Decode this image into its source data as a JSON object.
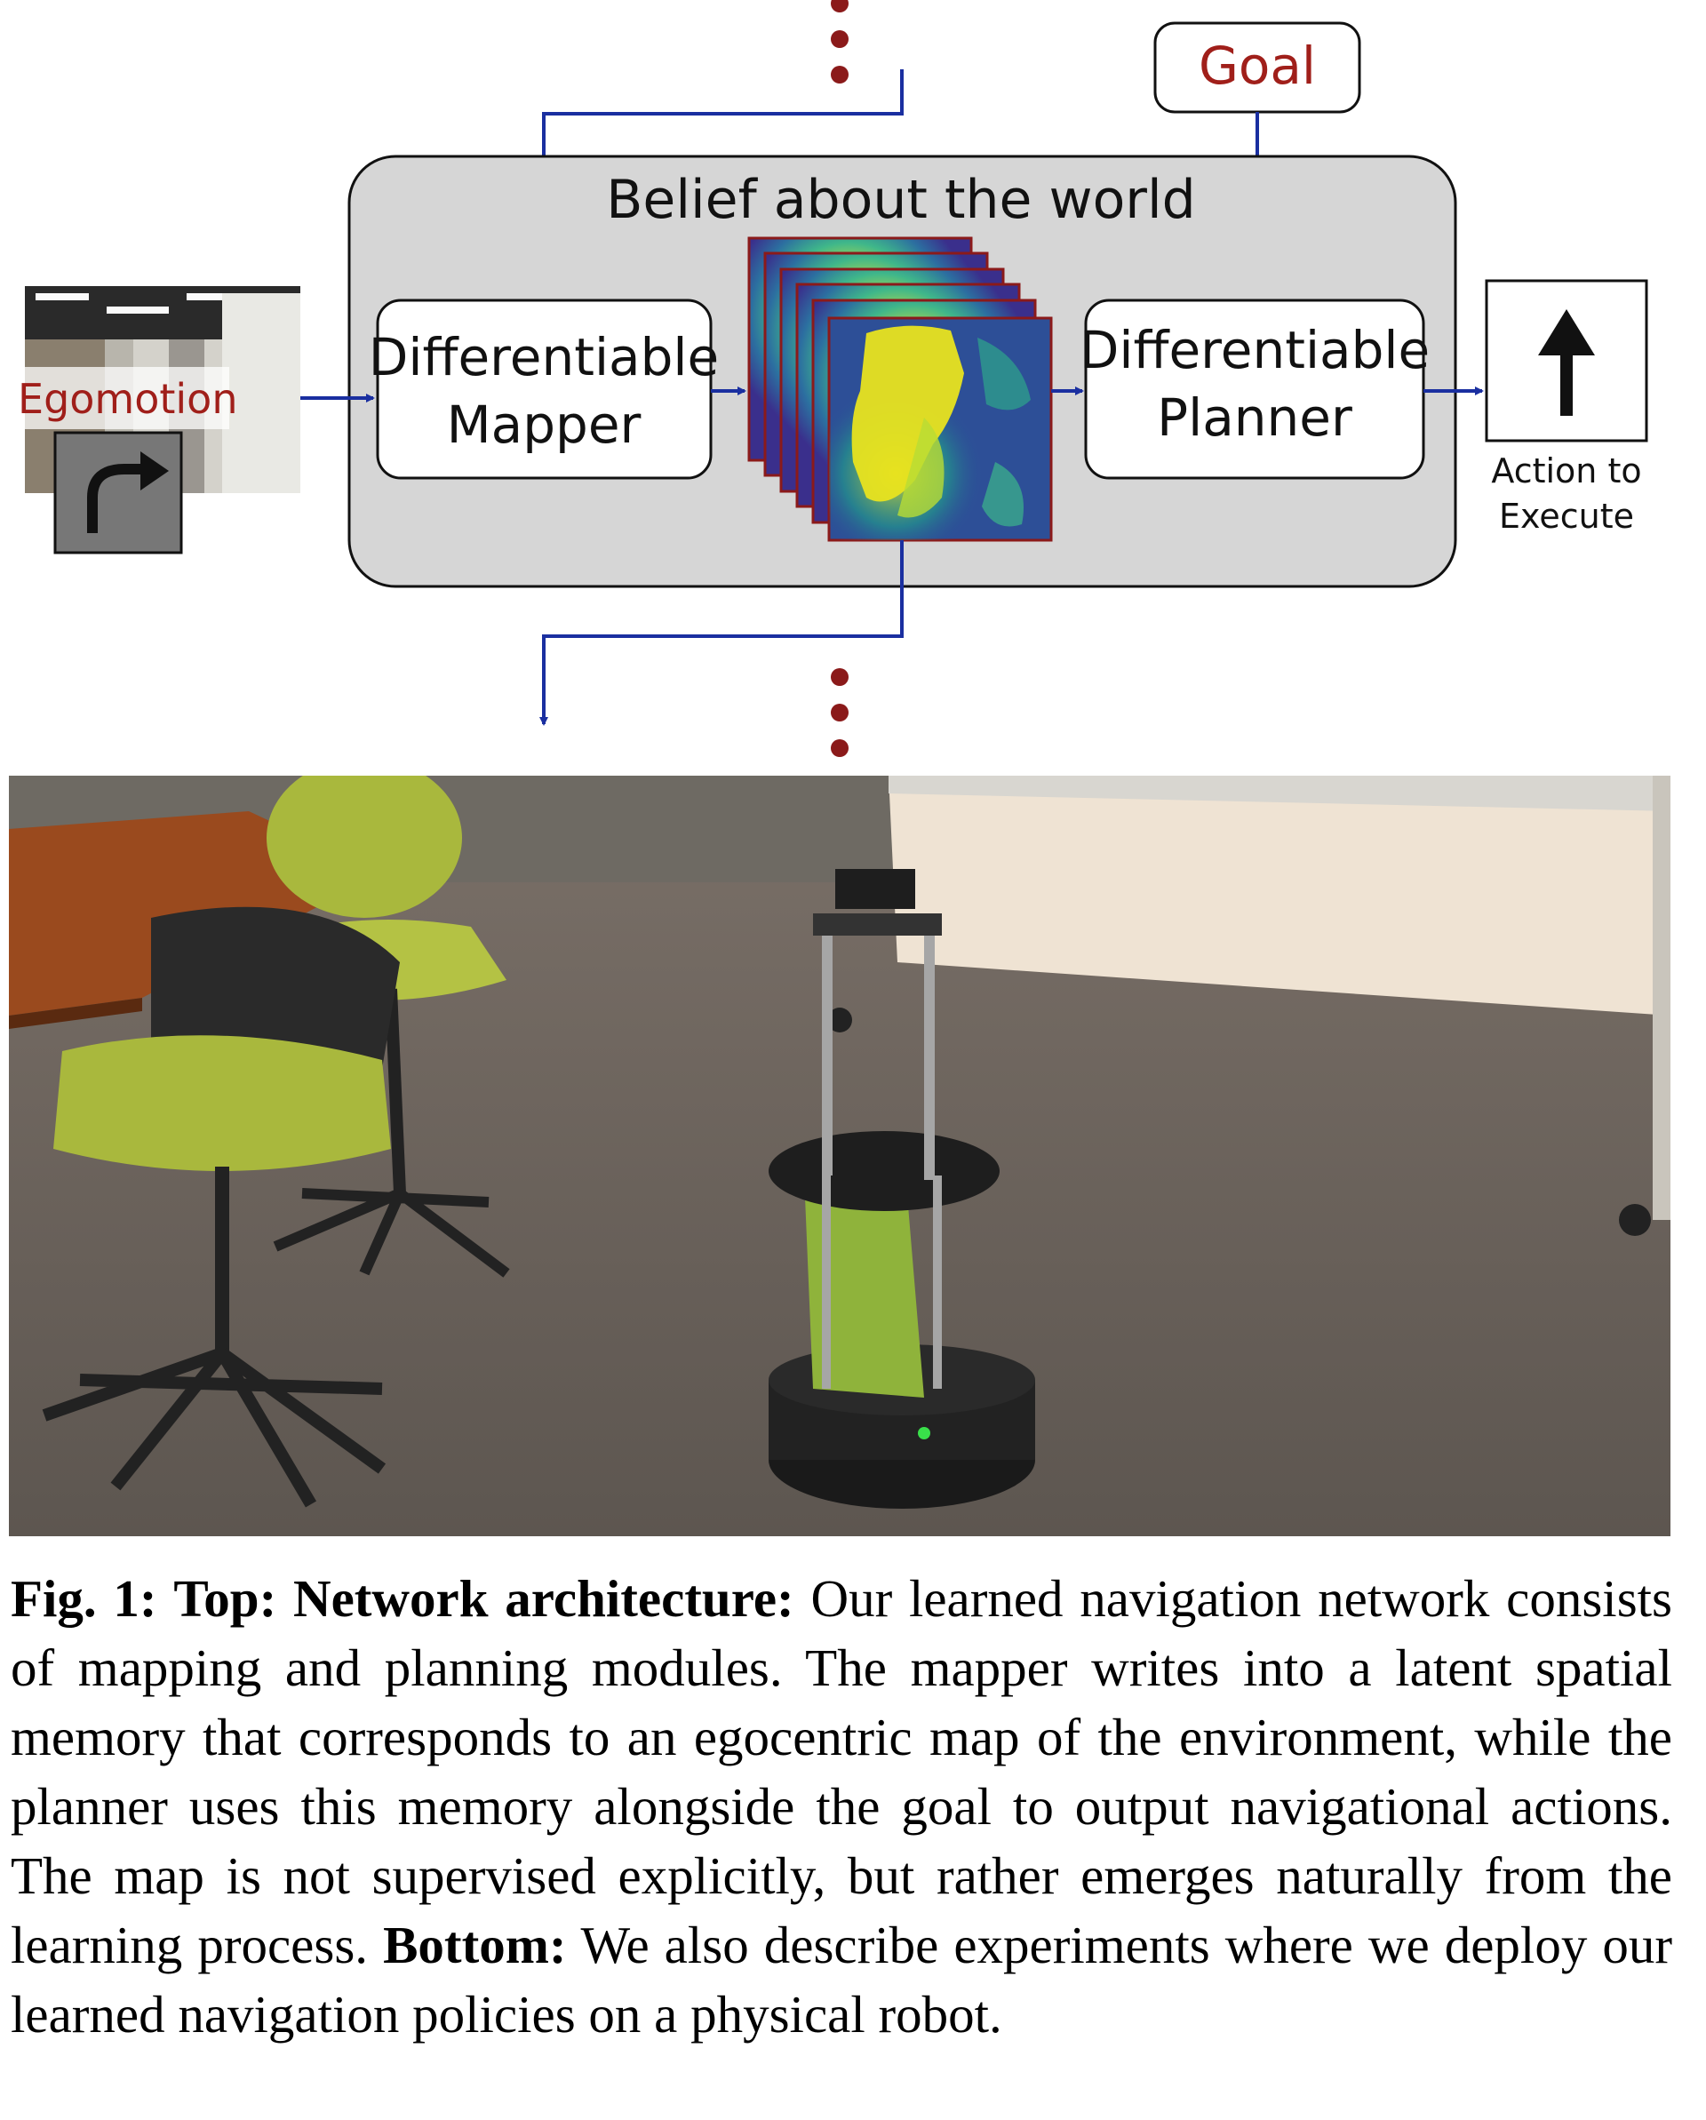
{
  "diagram": {
    "goal_label": "Goal",
    "belief_label": "Belief about the world",
    "mapper_line1": "Differentiable",
    "mapper_line2": "Mapper",
    "planner_line1": "Differentiable",
    "planner_line2": "Planner",
    "egomotion_label": "Egomotion",
    "action_line1": "Action to",
    "action_line2": "Execute",
    "colors": {
      "arrow": "#1a2fa0",
      "goal_text": "#a01f1a",
      "egomotion_text": "#a01f1a",
      "dots": "#8b1a1a",
      "belief_bg": "#d6d6d6"
    },
    "icons": {
      "egomotion": "turn-right-arrow-icon",
      "action": "up-arrow-icon"
    }
  },
  "caption": {
    "fig_label": "Fig. 1:",
    "top_label": "Top: Network architecture:",
    "top_text": " Our learned navigation network consists of mapping and planning modules. The mapper writes into a latent spatial memory that corresponds to an egocentric map of the environment, while the planner uses this memory alongside the goal to output navigational actions. The map is not supervised explicitly, but rather emerges naturally from the learning process. ",
    "bottom_label": "Bottom:",
    "bottom_text": " We also describe experiments where we deploy our learned navigation policies on a physical robot."
  }
}
